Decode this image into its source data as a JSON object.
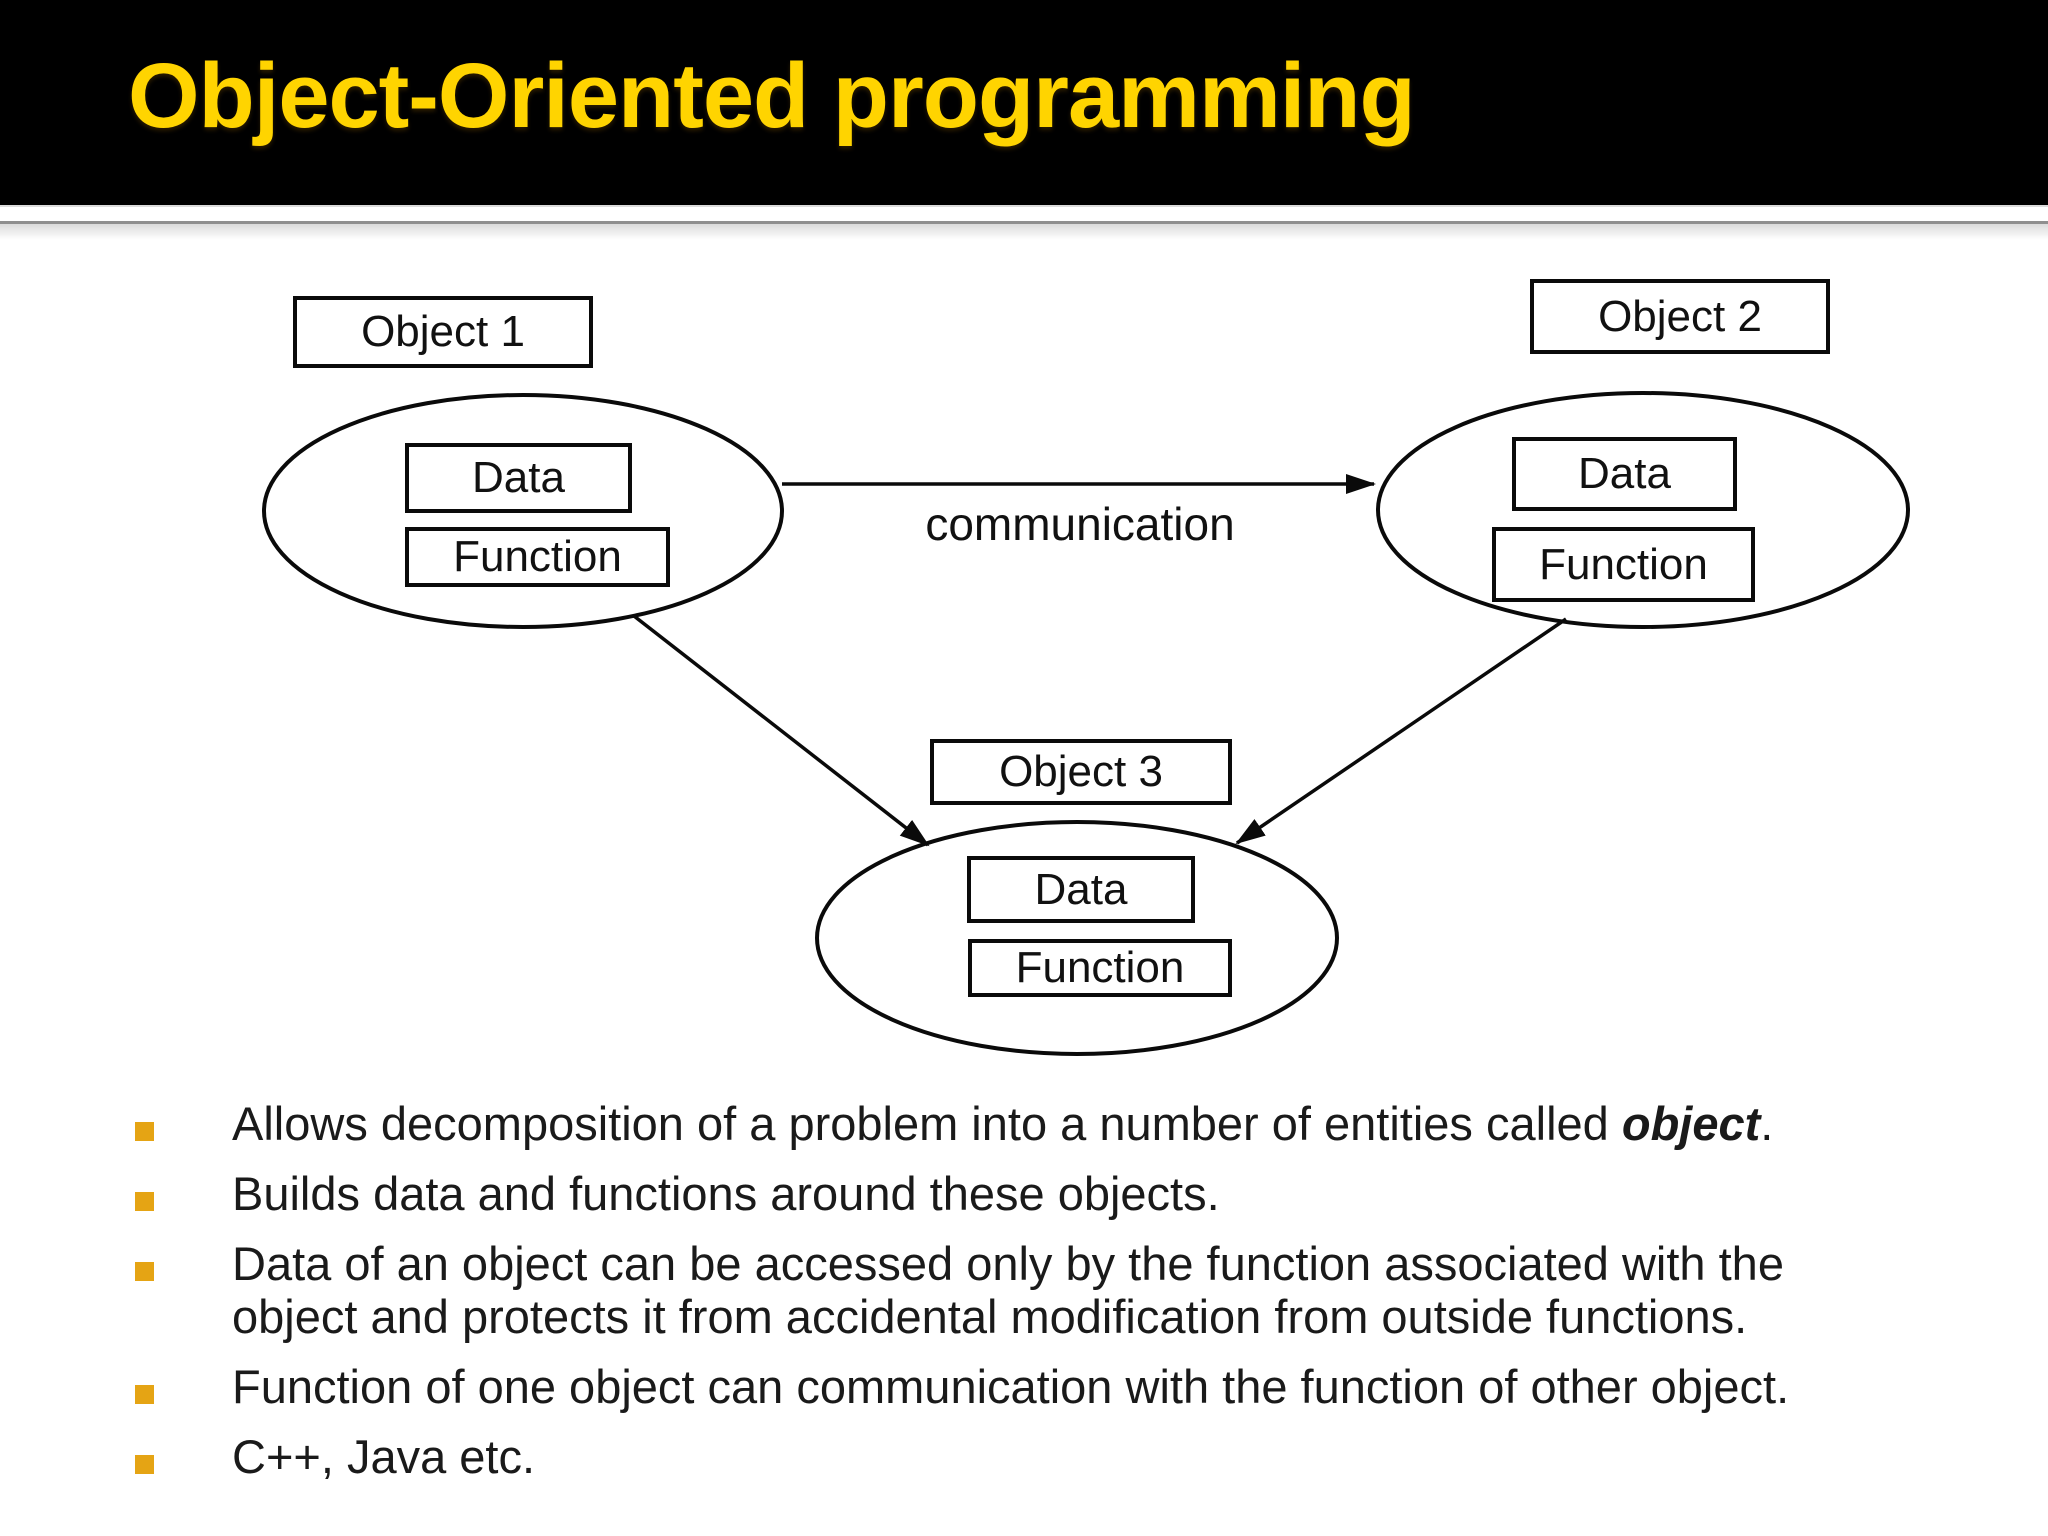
{
  "header": {
    "title": "Object-Oriented programming"
  },
  "diagram": {
    "objects": [
      {
        "label": "Object 1",
        "data": "Data",
        "function": "Function"
      },
      {
        "label": "Object 2",
        "data": "Data",
        "function": "Function"
      },
      {
        "label": "Object 3",
        "data": "Data",
        "function": "Function"
      }
    ],
    "arrow_label": "communication"
  },
  "bullets": {
    "items": [
      {
        "text": "Allows decomposition of a problem into a number of entities called ",
        "emphasis": "object",
        "suffix": "."
      },
      {
        "text": "Builds data and functions around these objects."
      },
      {
        "line1": "Data of an object can be accessed only by the function associated with the",
        "line2": "object and protects it from accidental modification from outside functions."
      },
      {
        "text": "Function of one object can communication with the function of other object."
      },
      {
        "text": "C++, Java etc."
      }
    ]
  },
  "colors": {
    "title": "#FFD400",
    "bullet_marker": "#E5A414",
    "diagram_stroke": "#0a0a0a"
  }
}
